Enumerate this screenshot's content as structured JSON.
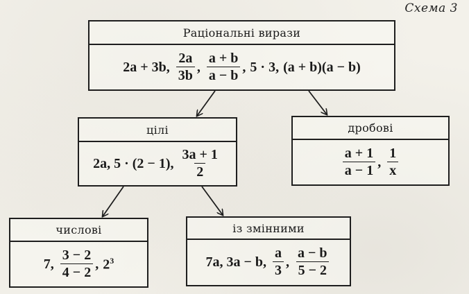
{
  "caption": "Схема 3",
  "root": {
    "title": "Раціональні вирази",
    "examples": {
      "e1": "2a + 3b,",
      "f1_num": "2a",
      "f1_den": "3b",
      "f1_sep": ",",
      "f2_num": "a + b",
      "f2_den": "a − b",
      "f2_sep": ",",
      "e2": "5 · 3,",
      "e3": "(a + b)(a − b)"
    }
  },
  "whole": {
    "title": "цілі",
    "examples": {
      "e1": "2a, 5 · (2 − 1),",
      "f1_num": "3a + 1",
      "f1_den": "2"
    }
  },
  "fractional": {
    "title": "дробові",
    "examples": {
      "f1_num": "a + 1",
      "f1_den": "a − 1",
      "f1_sep": ",",
      "f2_num": "1",
      "f2_den": "x"
    }
  },
  "numeric": {
    "title": "числові",
    "examples": {
      "e1": "7,",
      "f1_num": "3 − 2",
      "f1_den": "4 − 2",
      "f1_sep": ",",
      "e2_base": "2",
      "e2_exp": "3"
    }
  },
  "with_variables": {
    "title": "із змінними",
    "examples": {
      "e1": "7a, 3a − b,",
      "f1_num": "a",
      "f1_den": "3",
      "f1_sep": ",",
      "f2_num": "a − b",
      "f2_den": "5 − 2"
    }
  },
  "edges": [
    {
      "from": "Раціональні вирази",
      "to": "цілі"
    },
    {
      "from": "Раціональні вирази",
      "to": "дробові"
    },
    {
      "from": "цілі",
      "to": "числові"
    },
    {
      "from": "цілі",
      "to": "із змінними"
    }
  ]
}
